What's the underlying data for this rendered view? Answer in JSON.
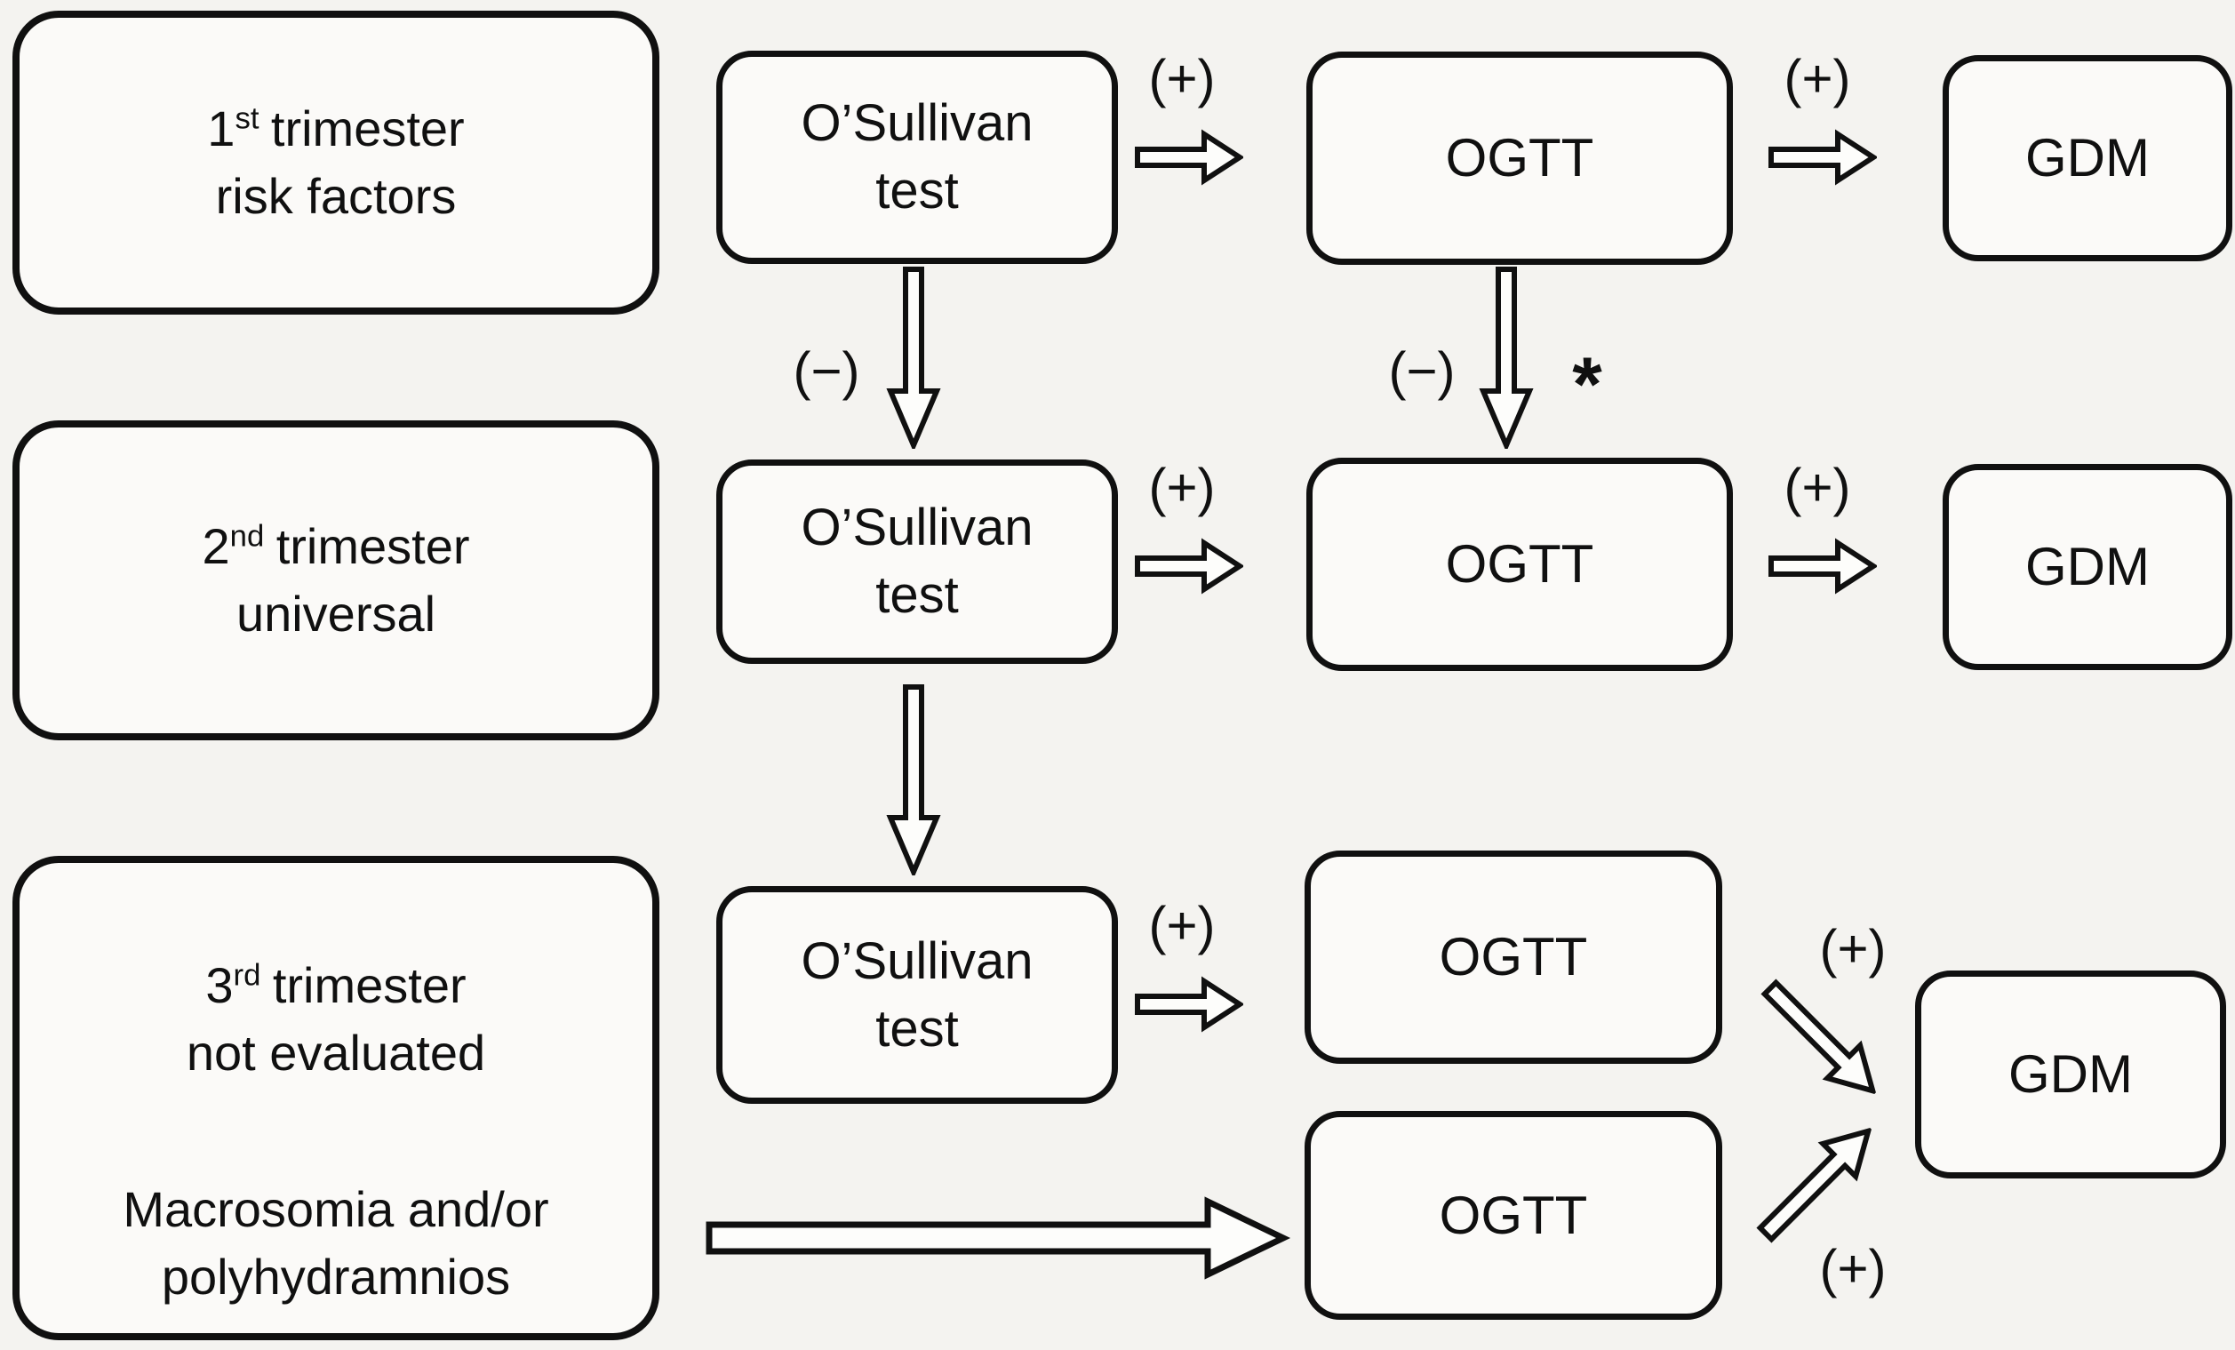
{
  "figure": {
    "description": "GDM screening flowchart",
    "background_color": "#f4f3f0",
    "ink_color": "#101010",
    "box_fill_color": "#fbfaf8"
  },
  "labels": {
    "positive": "(+)",
    "negative": "(−)",
    "asterisk": "*"
  },
  "row1": {
    "left": {
      "num": "1",
      "sup": "st",
      "word": "trimester",
      "line2": "risk factors"
    },
    "test": {
      "line1": "O’Sullivan",
      "line2": "test"
    },
    "ogtt": "OGTT",
    "gdm": "GDM"
  },
  "row2": {
    "left": {
      "num": "2",
      "sup": "nd",
      "word": "trimester",
      "line2": "universal"
    },
    "test": {
      "line1": "O’Sullivan",
      "line2": "test"
    },
    "ogtt": "OGTT",
    "gdm": "GDM"
  },
  "row3": {
    "left": {
      "num": "3",
      "sup": "rd",
      "word": "trimester",
      "line2": "not evaluated",
      "line3": "Macrosomia and/or",
      "line4": "polyhydramnios"
    },
    "test": {
      "line1": "O’Sullivan",
      "line2": "test"
    },
    "ogtt_top": "OGTT",
    "ogtt_bottom": "OGTT",
    "gdm": "GDM"
  }
}
